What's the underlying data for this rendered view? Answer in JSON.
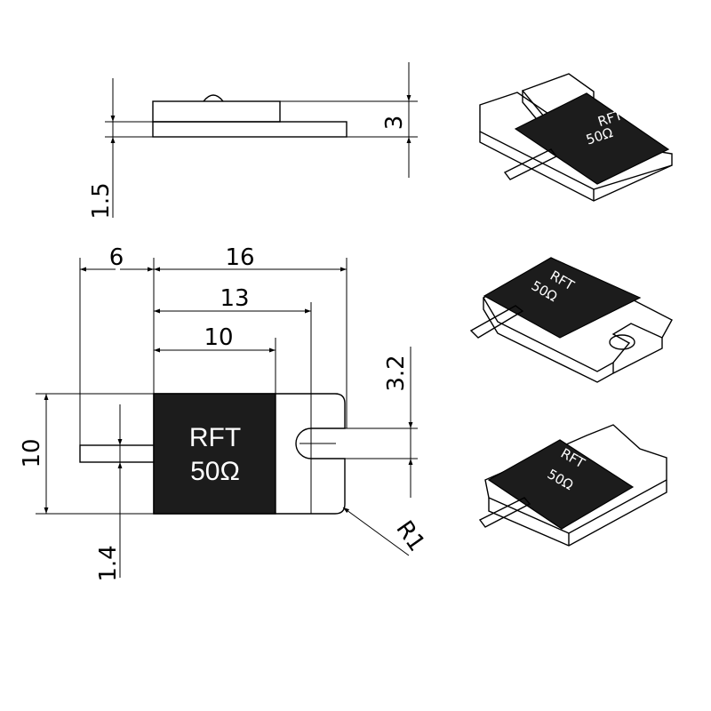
{
  "dimensions": {
    "thickness_total": "3",
    "flange_thickness": "1.5",
    "flange_width": "6",
    "overall_length": "16",
    "hole_center": "13",
    "body_length": "10",
    "tab_width": "3.2",
    "body_width": "10",
    "lead_width": "1.4",
    "corner_radius": "R1"
  },
  "chip_label": {
    "line1": "RFT",
    "line2": "50Ω"
  },
  "views_3d": [
    {
      "line1": "RFT",
      "line2": "50Ω"
    },
    {
      "line1": "RFT",
      "line2": "50Ω"
    },
    {
      "line1": "RFT",
      "line2": "50Ω"
    }
  ],
  "colors": {
    "ink": "#000000",
    "chip_fill": "#1c1c1c",
    "paper": "#ffffff"
  }
}
